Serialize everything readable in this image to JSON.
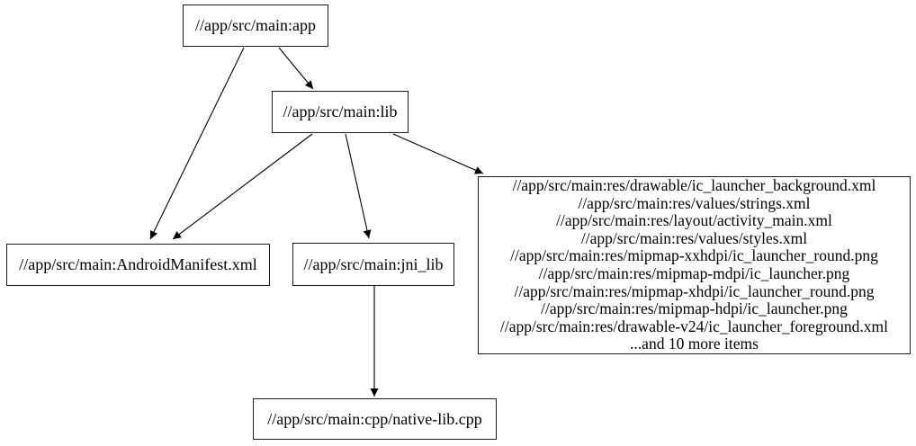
{
  "graph": {
    "background_color": "#ffffff",
    "node_fill_color": "#ffffff",
    "node_border_color": "#1c1c1c",
    "edge_color": "#000000",
    "nodes": {
      "app": {
        "label": "//app/src/main:app"
      },
      "lib": {
        "label": "//app/src/main:lib"
      },
      "manifest": {
        "label": "//app/src/main:AndroidManifest.xml"
      },
      "jni_lib": {
        "label": "//app/src/main:jni_lib"
      },
      "res": {
        "lines": [
          "//app/src/main:res/drawable/ic_launcher_background.xml",
          "//app/src/main:res/values/strings.xml",
          "//app/src/main:res/layout/activity_main.xml",
          "//app/src/main:res/values/styles.xml",
          "//app/src/main:res/mipmap-xxhdpi/ic_launcher_round.png",
          "//app/src/main:res/mipmap-mdpi/ic_launcher.png",
          "//app/src/main:res/mipmap-xhdpi/ic_launcher_round.png",
          "//app/src/main:res/mipmap-hdpi/ic_launcher.png",
          "//app/src/main:res/drawable-v24/ic_launcher_foreground.xml",
          "...and 10 more items"
        ]
      },
      "native": {
        "label": "//app/src/main:cpp/native-lib.cpp"
      }
    },
    "edges": [
      {
        "from": "//app/src/main:app",
        "to": "//app/src/main:lib"
      },
      {
        "from": "//app/src/main:app",
        "to": "//app/src/main:AndroidManifest.xml"
      },
      {
        "from": "//app/src/main:lib",
        "to": "//app/src/main:AndroidManifest.xml"
      },
      {
        "from": "//app/src/main:lib",
        "to": "//app/src/main:jni_lib"
      },
      {
        "from": "//app/src/main:lib",
        "to": "res-file-group"
      },
      {
        "from": "//app/src/main:jni_lib",
        "to": "//app/src/main:cpp/native-lib.cpp"
      }
    ]
  }
}
